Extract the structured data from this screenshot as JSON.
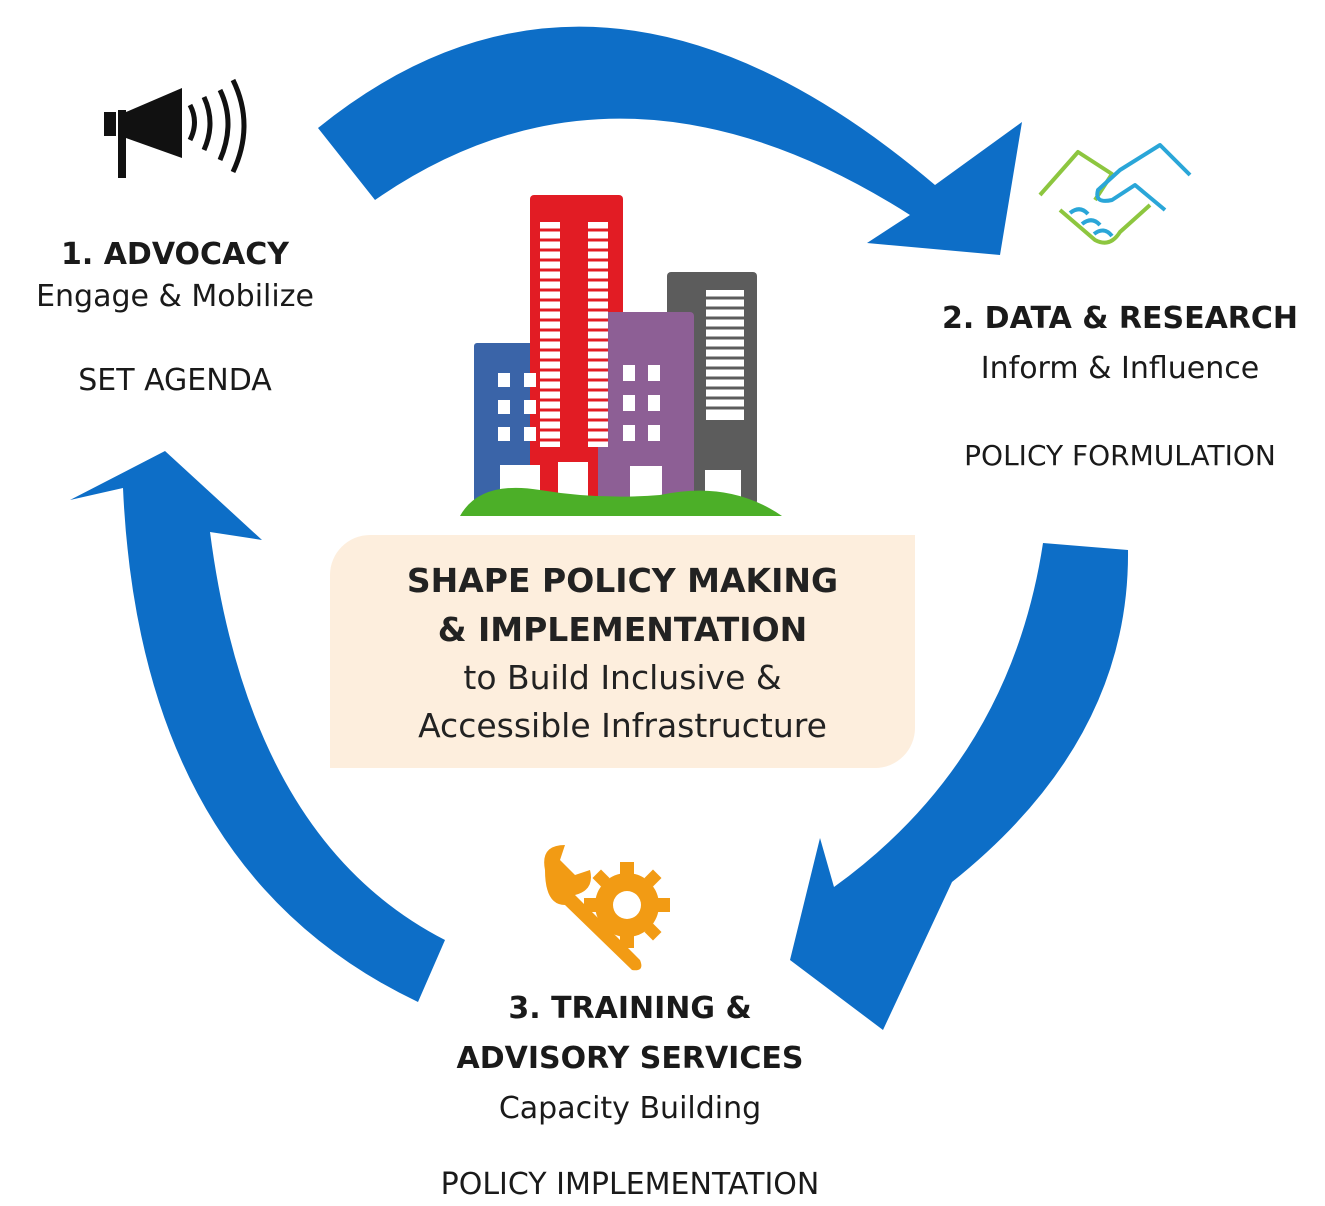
{
  "colors": {
    "arrow": "#0d6ec7",
    "center_box": "#fdeedd",
    "tool_icon": "#f29b14",
    "handshake_green": "#8dc63f",
    "handshake_blue": "#2aa6d8"
  },
  "icons": {
    "advocacy": "megaphone-icon",
    "data": "handshake-icon",
    "training": "wrench-gear-icon",
    "center": "city-buildings-icon"
  },
  "center": {
    "title_line1": "SHAPE POLICY MAKING",
    "title_line2": "& IMPLEMENTATION",
    "sub_line1": "to Build Inclusive &",
    "sub_line2": "Accessible Infrastructure"
  },
  "stages": {
    "advocacy": {
      "title": "1. ADVOCACY",
      "subtitle": "Engage & Mobilize",
      "phase": "SET AGENDA"
    },
    "data": {
      "title": "2. DATA & RESEARCH",
      "subtitle": "Inform & Influence",
      "phase": "POLICY FORMULATION"
    },
    "training": {
      "title_line1": "3. TRAINING &",
      "title_line2": "ADVISORY SERVICES",
      "subtitle": "Capacity Building",
      "phase": "POLICY IMPLEMENTATION"
    }
  }
}
